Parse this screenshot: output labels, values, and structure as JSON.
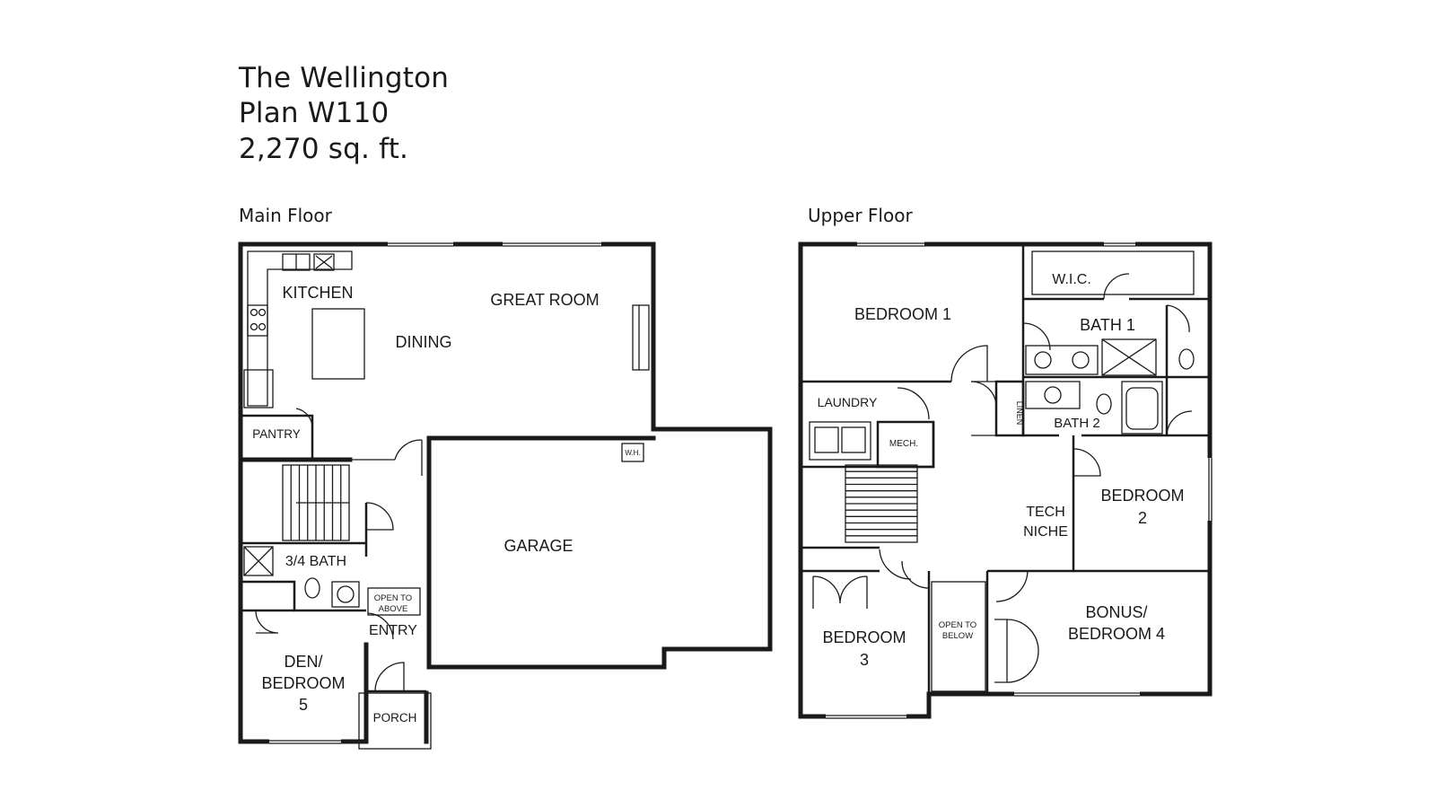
{
  "plan": {
    "name": "The Wellington",
    "code": "Plan W110",
    "area": "2,270 sq. ft."
  },
  "main_floor": {
    "title": "Main Floor",
    "rooms": {
      "kitchen": "KITCHEN",
      "dining": "DINING",
      "great_room": "GREAT ROOM",
      "pantry": "PANTRY",
      "wh": "W.H.",
      "garage": "GARAGE",
      "bath": "3/4 BATH",
      "open_above_1": "OPEN TO",
      "open_above_2": "ABOVE",
      "entry": "ENTRY",
      "den_1": "DEN/",
      "den_2": "BEDROOM",
      "den_3": "5",
      "porch": "PORCH"
    }
  },
  "upper_floor": {
    "title": "Upper Floor",
    "rooms": {
      "bedroom1": "BEDROOM 1",
      "wic": "W.I.C.",
      "bath1": "BATH 1",
      "laundry": "LAUNDRY",
      "linen": "LINEN",
      "bath2": "BATH 2",
      "mech": "MECH.",
      "tech_1": "TECH",
      "tech_2": "NICHE",
      "bedroom2_1": "BEDROOM",
      "bedroom2_2": "2",
      "bedroom3_1": "BEDROOM",
      "bedroom3_2": "3",
      "open_below_1": "OPEN TO",
      "open_below_2": "BELOW",
      "bonus_1": "BONUS/",
      "bonus_2": "BEDROOM 4"
    }
  }
}
